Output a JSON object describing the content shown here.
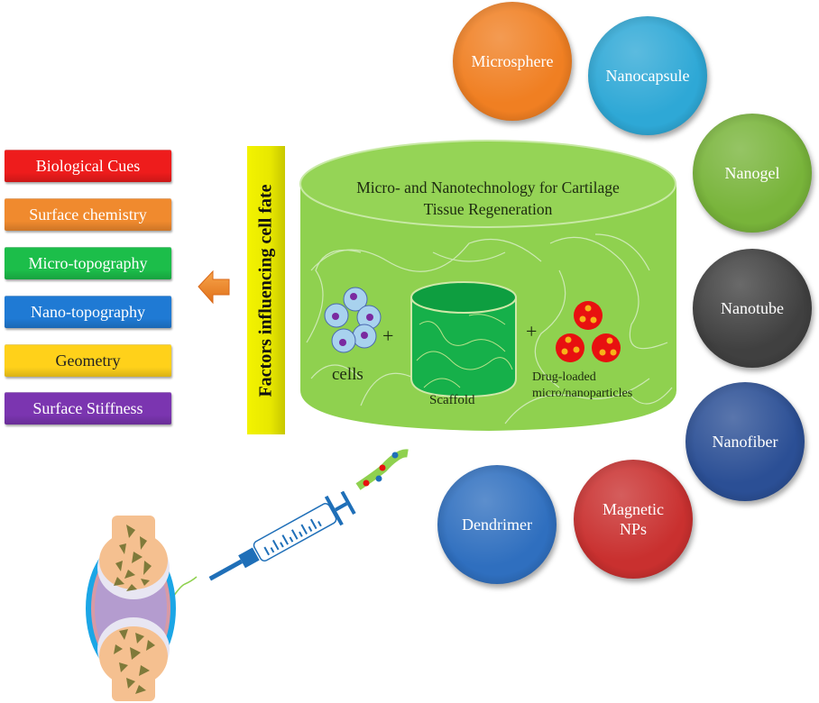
{
  "factors_panel": {
    "title": "Factors influencing cell fate",
    "items": [
      {
        "label": "Biological Cues",
        "color": "#ee1c1c"
      },
      {
        "label": "Surface chemistry",
        "color": "#f08a2e"
      },
      {
        "label": "Micro-topography",
        "color": "#1cbe4a"
      },
      {
        "label": "Nano-topography",
        "color": "#1f7ad4"
      },
      {
        "label": "Geometry",
        "color": "#ffd11a"
      },
      {
        "label": "Surface Stiffness",
        "color": "#7b35b0"
      }
    ],
    "arrow_color": "#f08a2e"
  },
  "central_cylinder": {
    "title_line1": "Micro- and Nanotechnology for Cartilage",
    "title_line2": "Tissue Regeneration",
    "color": "#8fd14f",
    "components": {
      "cells_label": "cells",
      "plus1": "+",
      "scaffold_label": "Scaffold",
      "plus2": "+",
      "particles_label_line1": "Drug-loaded",
      "particles_label_line2": "micro/nanoparticles"
    }
  },
  "nanocarriers": [
    {
      "label": "Microsphere",
      "color": "#f07f22"
    },
    {
      "label": "Nanocapsule",
      "color": "#2ea8d6"
    },
    {
      "label": "Nanogel",
      "color": "#78b43a"
    },
    {
      "label": "Nanotube",
      "color": "#404040"
    },
    {
      "label": "Nanofiber",
      "color": "#2b4f95"
    },
    {
      "label": "Magnetic NPs",
      "label_line1": "Magnetic",
      "label_line2": "NPs",
      "color": "#c9302f"
    },
    {
      "label": "Dendrimer",
      "color": "#2f6fbf"
    }
  ],
  "illustration": {
    "syringe_color": "#1f6fb8",
    "joint_bone_color": "#f5c090",
    "joint_capsule_color": "#1ba6e6",
    "synovial_color": "#b49ccf"
  }
}
